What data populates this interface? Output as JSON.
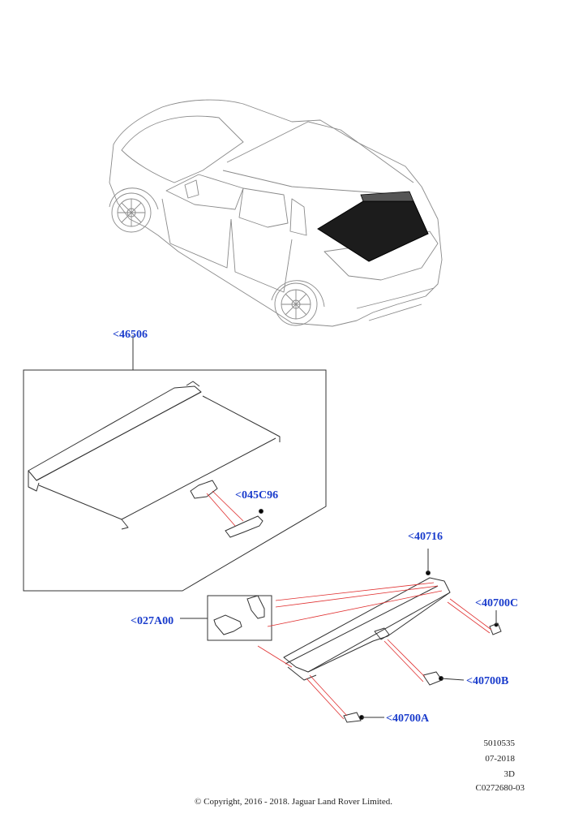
{
  "parts": {
    "p46506": "<46506",
    "p045C96": "<045C96",
    "p40716": "<40716",
    "p40700C": "<40700C",
    "p027A00": "<027A00",
    "p40700B": "<40700B",
    "p40700A": "<40700A"
  },
  "meta": {
    "line1": "5010535",
    "line2": "07-2018",
    "line3": "3D",
    "line4": "C0272680-03"
  },
  "copyright": "© Copyright, 2016 - 2018. Jaguar Land Rover Limited.",
  "colors": {
    "link": "#1a3ccc",
    "leader": "#e03030",
    "line": "#333333"
  }
}
